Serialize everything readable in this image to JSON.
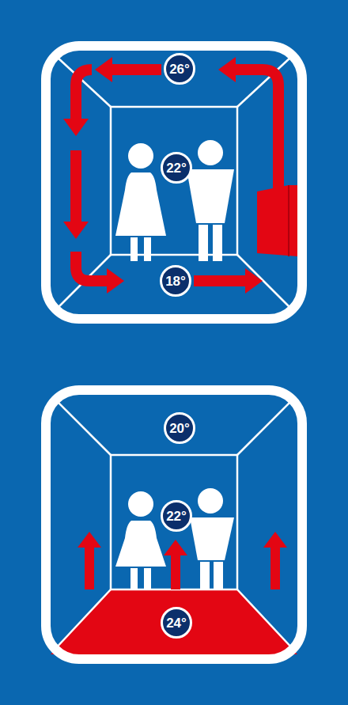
{
  "diagram": {
    "nodes": [
      {
        "text": [
          "26°"
        ]
      },
      {
        "text": [
          "22°"
        ]
      },
      {
        "text": [
          "18°"
        ]
      },
      {
        "text": [
          "20°"
        ]
      },
      {
        "text": [
          "22°"
        ]
      },
      {
        "text": [
          "24°"
        ]
      }
    ]
  }
}
